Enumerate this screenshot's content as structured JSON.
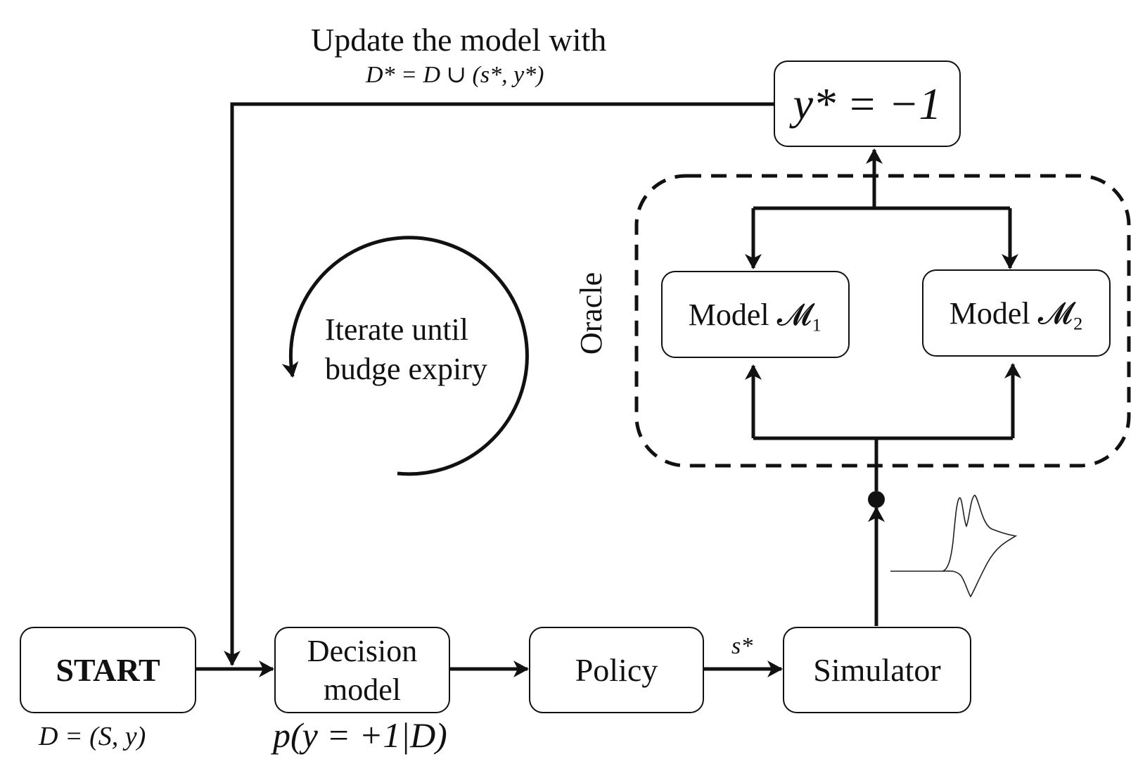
{
  "update_note": {
    "line1": "Update the model with",
    "line2": "D* = D ∪ (s*, y*)"
  },
  "loop_note": {
    "line1": "Iterate until",
    "line2": "budge expiry"
  },
  "oracle": {
    "label": "Oracle",
    "model1": "Model 𝓜₁",
    "model2": "Model 𝓜₂"
  },
  "result": {
    "label": "y* = −1"
  },
  "pipeline": {
    "start": "START",
    "start_sub": "D = (S, y)",
    "decision_line1": "Decision",
    "decision_line2": "model",
    "decision_sub": "p(y = +1|D)",
    "policy": "Policy",
    "edge_label": "s*",
    "simulator": "Simulator"
  }
}
